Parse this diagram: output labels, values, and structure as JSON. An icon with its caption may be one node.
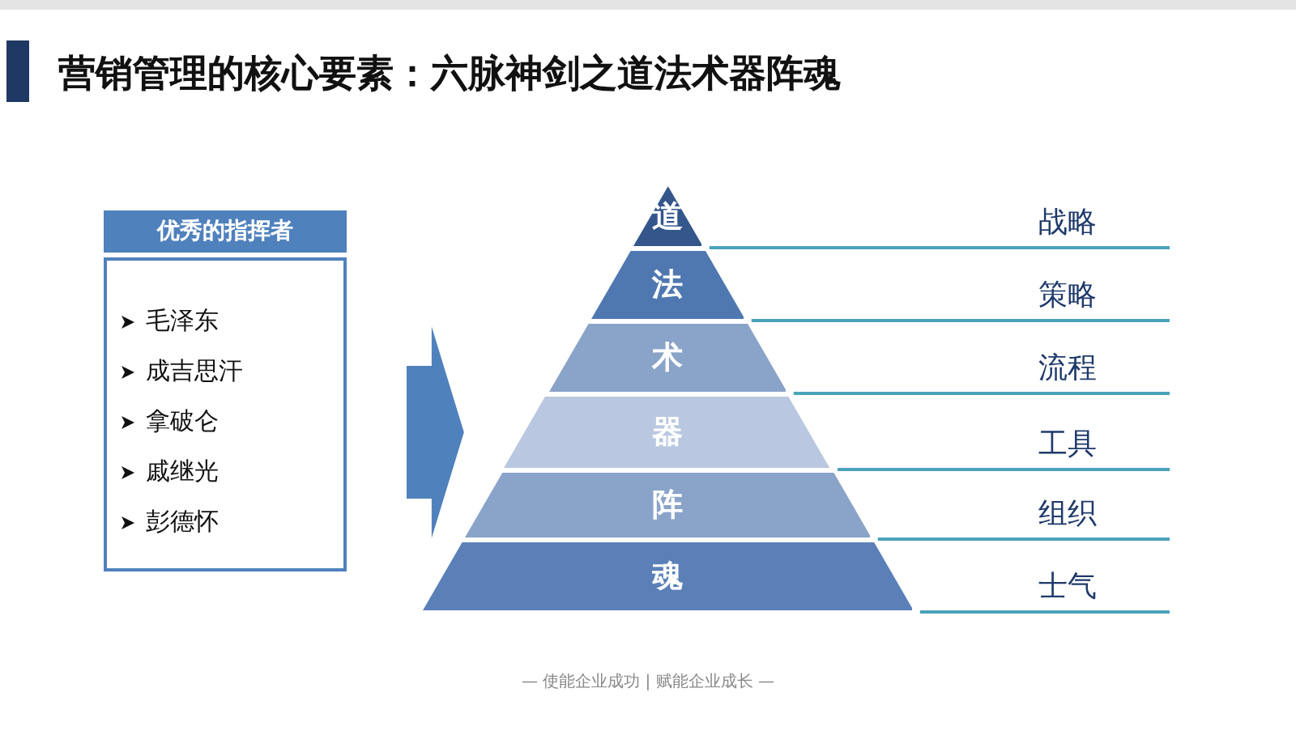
{
  "diagram": {
    "title": "营销管理的核心要素：六脉神剑之道法术器阵魂",
    "nodes": [
      {
        "text": [
          "优秀的指挥者",
          "毛泽东",
          "成吉思汗",
          "拿破仑",
          "戚继光",
          "彭德怀"
        ]
      },
      {
        "text": [
          "道"
        ]
      },
      {
        "text": [
          "法"
        ]
      },
      {
        "text": [
          "术"
        ]
      },
      {
        "text": [
          "器"
        ]
      },
      {
        "text": [
          "阵"
        ]
      },
      {
        "text": [
          "魂"
        ]
      }
    ],
    "edges": [
      {
        "from": 0,
        "to": 4,
        "arrow": "to"
      }
    ],
    "labels": [
      "战略",
      "策略",
      "流程",
      "工具",
      "组织",
      "士气",
      "— 使能企业成功 | 赋能企业成长 —"
    ]
  }
}
